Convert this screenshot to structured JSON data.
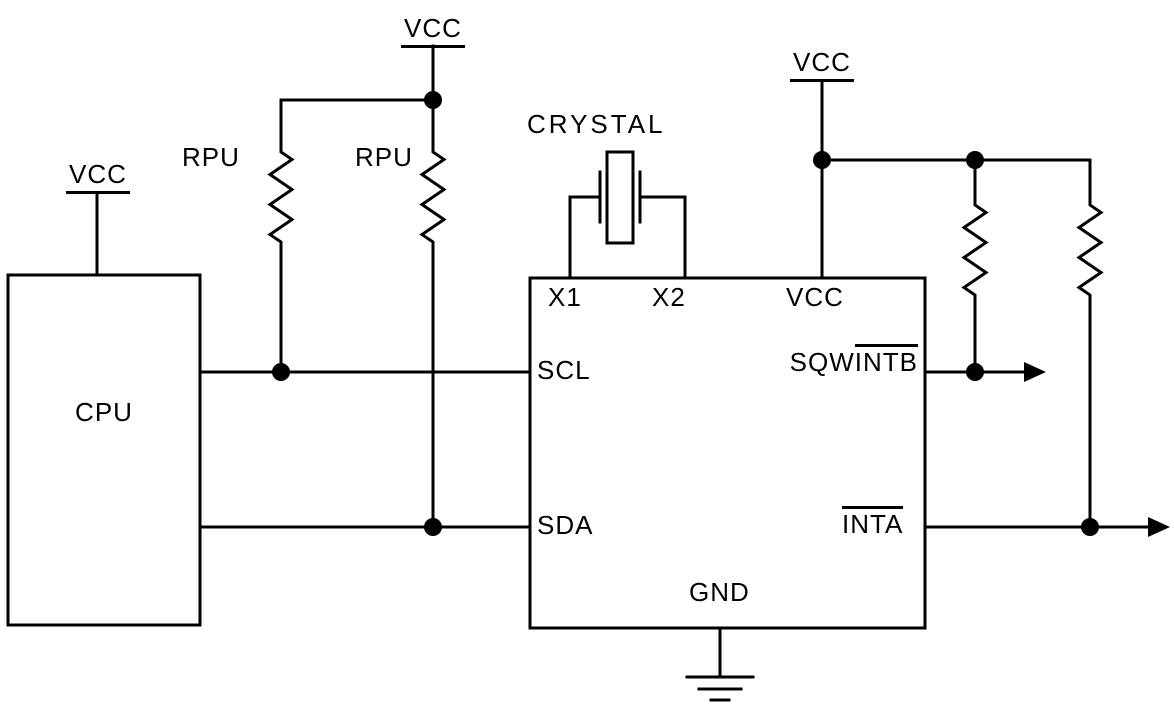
{
  "colors": {
    "ink": "#000000",
    "background": "#ffffff"
  },
  "labels": {
    "vcc_cpu": "VCC",
    "vcc_pullups": "VCC",
    "vcc_rtc": "VCC",
    "rpu_left": "RPU",
    "rpu_right": "RPU",
    "crystal": "CRYSTAL",
    "cpu": "CPU"
  },
  "rtc_pins": {
    "x1": "X1",
    "x2": "X2",
    "vcc": "VCC",
    "scl": "SCL",
    "sda": "SDA",
    "sqw": "SQW",
    "intb": "INTB",
    "inta": "INTA",
    "gnd": "GND"
  }
}
